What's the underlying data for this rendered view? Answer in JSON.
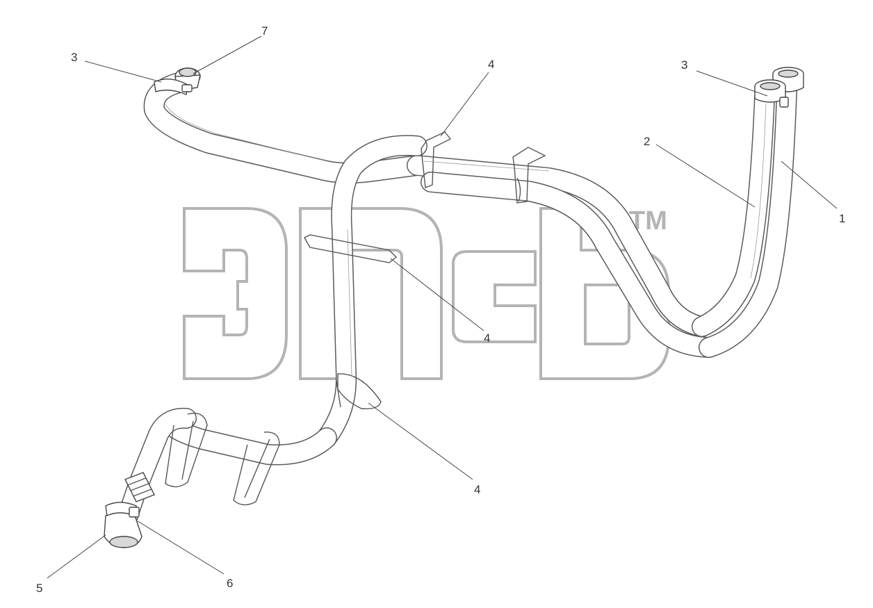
{
  "callouts": [
    {
      "id": "c1",
      "label": "1"
    },
    {
      "id": "c2",
      "label": "2"
    },
    {
      "id": "c3a",
      "label": "3"
    },
    {
      "id": "c3b",
      "label": "3"
    },
    {
      "id": "c4a",
      "label": "4"
    },
    {
      "id": "c4b",
      "label": "4"
    },
    {
      "id": "c4c",
      "label": "4"
    },
    {
      "id": "c5",
      "label": "5"
    },
    {
      "id": "c6",
      "label": "6"
    },
    {
      "id": "c7",
      "label": "7"
    }
  ],
  "watermark": {
    "trademark": "TM"
  },
  "colors": {
    "line": "#444444",
    "watermark": "#b4b4b4",
    "background": "#ffffff"
  }
}
